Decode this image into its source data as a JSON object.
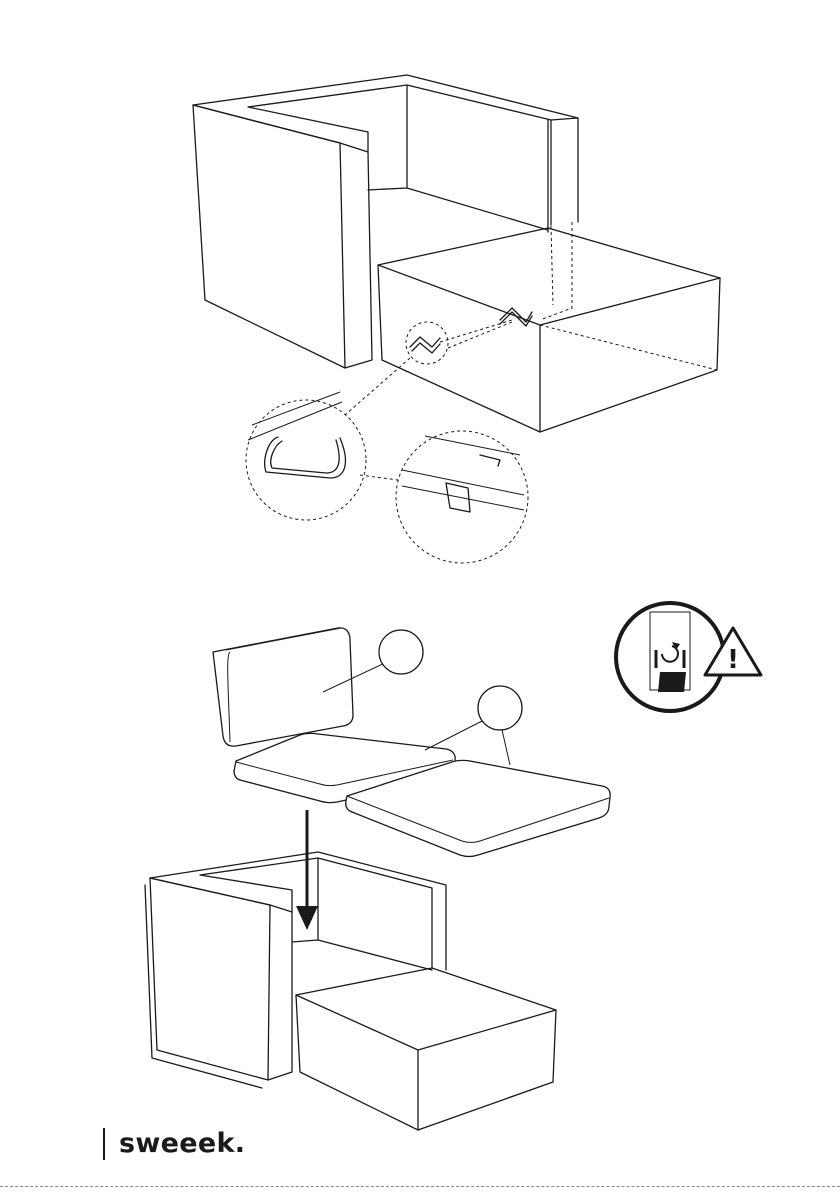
{
  "brand": {
    "logo_text": "sweeek."
  },
  "figures": [
    {
      "name": "step-clip-attachment",
      "description_icons": [
        "armchair-module",
        "ottoman-module",
        "metal-clip",
        "clip-detail-zoom"
      ]
    },
    {
      "name": "step-cushion-placement",
      "description_icons": [
        "back-cushion",
        "seat-cushion",
        "ottoman-cushion",
        "down-arrow",
        "assembled-armchair"
      ]
    }
  ],
  "warning": {
    "icon": "cushion-orientation-warning-icon",
    "symbol": "!"
  },
  "callouts": [
    {
      "id": "callout-back-cushion",
      "label": ""
    },
    {
      "id": "callout-seat-cushions",
      "label": ""
    }
  ]
}
